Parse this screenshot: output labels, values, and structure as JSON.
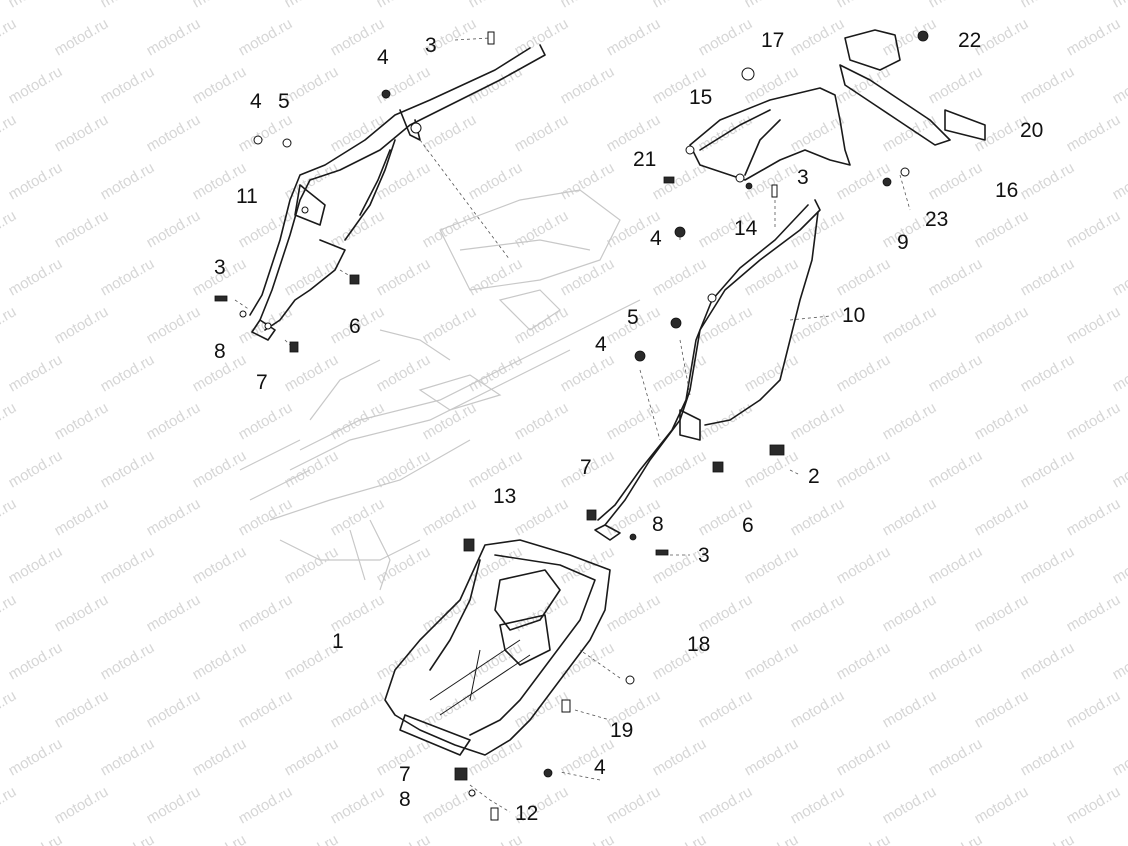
{
  "watermark": "motod.ru",
  "callouts": [
    {
      "id": "c1",
      "text": "1"
    },
    {
      "id": "c2",
      "text": "2"
    },
    {
      "id": "c3a",
      "text": "3"
    },
    {
      "id": "c3b",
      "text": "3"
    },
    {
      "id": "c3c",
      "text": "3"
    },
    {
      "id": "c3d",
      "text": "3"
    },
    {
      "id": "c4a",
      "text": "4"
    },
    {
      "id": "c4b",
      "text": "4"
    },
    {
      "id": "c4c",
      "text": "4"
    },
    {
      "id": "c4d",
      "text": "4"
    },
    {
      "id": "c4e",
      "text": "4"
    },
    {
      "id": "c5a",
      "text": "5"
    },
    {
      "id": "c5b",
      "text": "5"
    },
    {
      "id": "c6a",
      "text": "6"
    },
    {
      "id": "c6b",
      "text": "6"
    },
    {
      "id": "c7a",
      "text": "7"
    },
    {
      "id": "c7b",
      "text": "7"
    },
    {
      "id": "c7c",
      "text": "7"
    },
    {
      "id": "c8a",
      "text": "8"
    },
    {
      "id": "c8b",
      "text": "8"
    },
    {
      "id": "c8c",
      "text": "8"
    },
    {
      "id": "c9",
      "text": "9"
    },
    {
      "id": "c10",
      "text": "10"
    },
    {
      "id": "c11",
      "text": "11"
    },
    {
      "id": "c12",
      "text": "12"
    },
    {
      "id": "c13",
      "text": "13"
    },
    {
      "id": "c14",
      "text": "14"
    },
    {
      "id": "c15",
      "text": "15"
    },
    {
      "id": "c16",
      "text": "16"
    },
    {
      "id": "c17",
      "text": "17"
    },
    {
      "id": "c18",
      "text": "18"
    },
    {
      "id": "c19",
      "text": "19"
    },
    {
      "id": "c20",
      "text": "20"
    },
    {
      "id": "c21",
      "text": "21"
    },
    {
      "id": "c22",
      "text": "22"
    },
    {
      "id": "c23",
      "text": "23"
    }
  ]
}
